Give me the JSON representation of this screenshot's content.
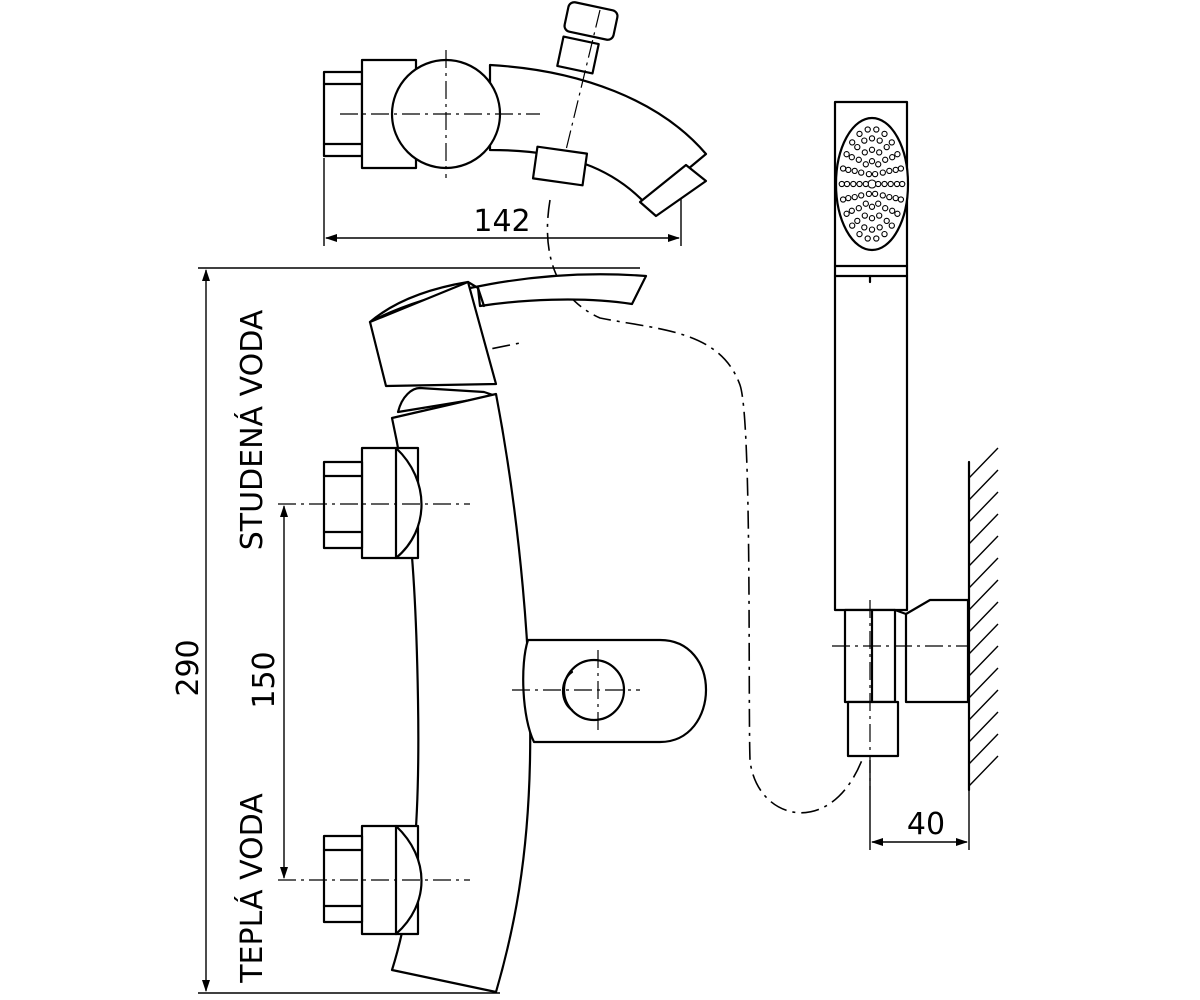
{
  "labels": {
    "cold_water": "STUDENÁ VODA",
    "hot_water": "TEPLÁ VODA"
  },
  "dimensions": {
    "top_width": "142",
    "total_height": "290",
    "inlet_spacing": "150",
    "wall_offset": "40"
  },
  "colors": {
    "line": "#000000",
    "background": "#ffffff"
  }
}
